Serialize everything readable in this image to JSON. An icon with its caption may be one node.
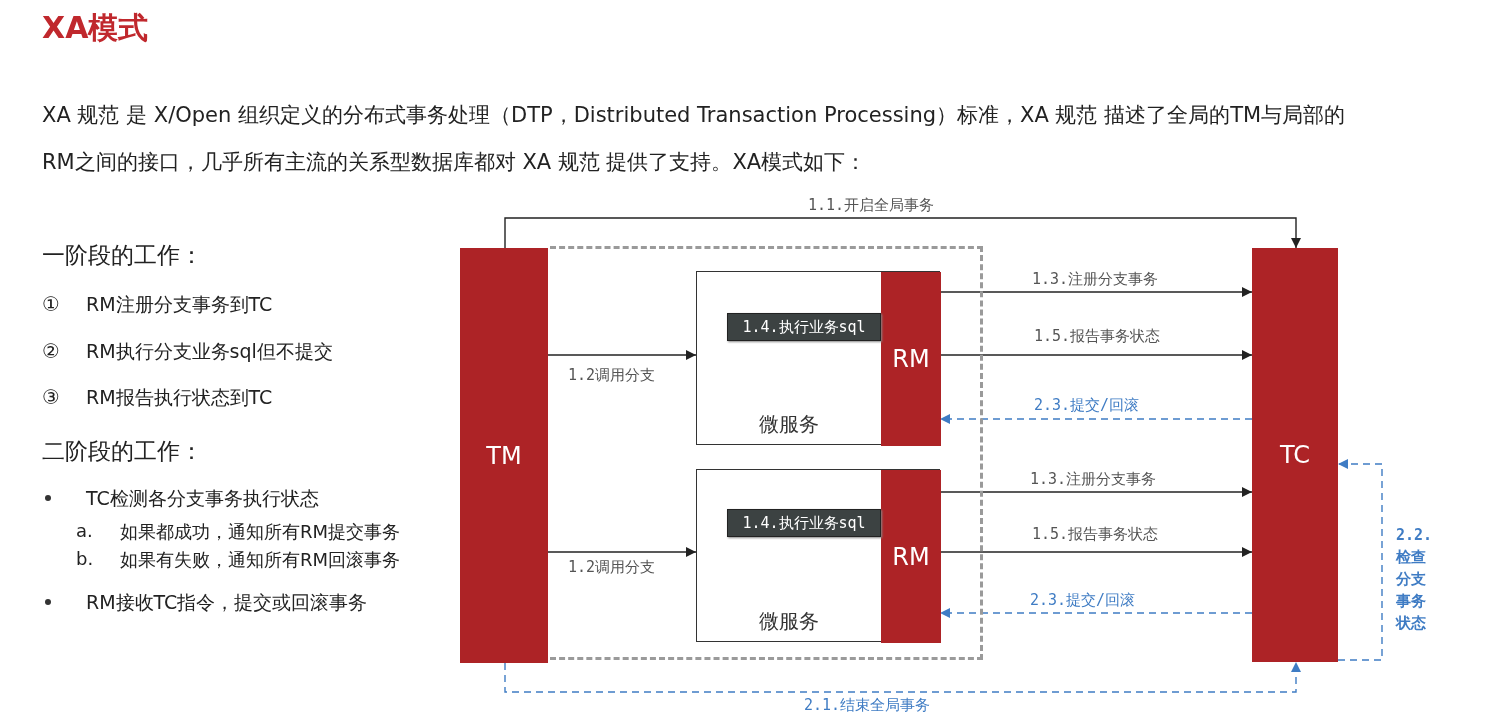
{
  "diagram": {
    "title": "XA模式",
    "nodes": [
      {
        "text": [
          "TM"
        ]
      },
      {
        "text": [],
        "shape": "box"
      },
      {
        "text": [
          "微服务"
        ],
        "in": 1
      },
      {
        "text": [
          "1.4.执行业务sql"
        ],
        "in": 2
      },
      {
        "text": [
          "RM"
        ],
        "in": 2
      },
      {
        "text": [
          "微服务"
        ],
        "in": 1
      },
      {
        "text": [
          "1.4.执行业务sql"
        ],
        "in": 5
      },
      {
        "text": [
          "RM"
        ],
        "in": 5
      },
      {
        "text": [
          "TC"
        ]
      }
    ],
    "edges": [
      {
        "from": 0,
        "to": 8,
        "arrow": "to",
        "label": "1.1.开启全局事务"
      },
      {
        "from": 0,
        "to": 2,
        "arrow": "to",
        "label": "1.2调用分支"
      },
      {
        "from": 0,
        "to": 5,
        "arrow": "to",
        "label": "1.2调用分支"
      },
      {
        "from": 4,
        "to": 8,
        "arrow": "to",
        "label": "1.3.注册分支事务"
      },
      {
        "from": 4,
        "to": 8,
        "arrow": "to",
        "label": "1.5.报告事务状态"
      },
      {
        "from": 8,
        "to": 4,
        "arrow": "to",
        "label": "2.3.提交/回滚",
        "style": "dashed",
        "color": "#3f7cc4"
      },
      {
        "from": 7,
        "to": 8,
        "arrow": "to",
        "label": "1.3.注册分支事务"
      },
      {
        "from": 7,
        "to": 8,
        "arrow": "to",
        "label": "1.5.报告事务状态"
      },
      {
        "from": 8,
        "to": 7,
        "arrow": "to",
        "label": "2.3.提交/回滚",
        "style": "dashed",
        "color": "#3f7cc4"
      },
      {
        "from": 0,
        "to": 8,
        "arrow": "to",
        "label": "2.1.结束全局事务",
        "style": "dashed",
        "color": "#3f7cc4"
      },
      {
        "from": 8,
        "to": 8,
        "arrow": "to",
        "label": "2.2.检查分支事务状态",
        "style": "dashed",
        "color": "#3f7cc4"
      }
    ],
    "labels": [
      "XA 规范 是 X/Open 组织定义的分布式事务处理（DTP，Distributed Transaction Processing）标准，XA 规范 描述了全局的TM与局部的RM之间的接口，几乎所有主流的关系型数据库都对 XA 规范 提供了支持。XA模式如下：",
      "一阶段的工作：",
      "①",
      "RM注册分支事务到TC",
      "②",
      "RM执行分支业务sql但不提交",
      "③",
      "RM报告执行状态到TC",
      "二阶段的工作：",
      "TC检测各分支事务执行状态",
      "a.",
      "如果都成功，通知所有RM提交事务",
      "b.",
      "如果有失败，通知所有RM回滚事务",
      "RM接收TC指令，提交或回滚事务"
    ]
  }
}
